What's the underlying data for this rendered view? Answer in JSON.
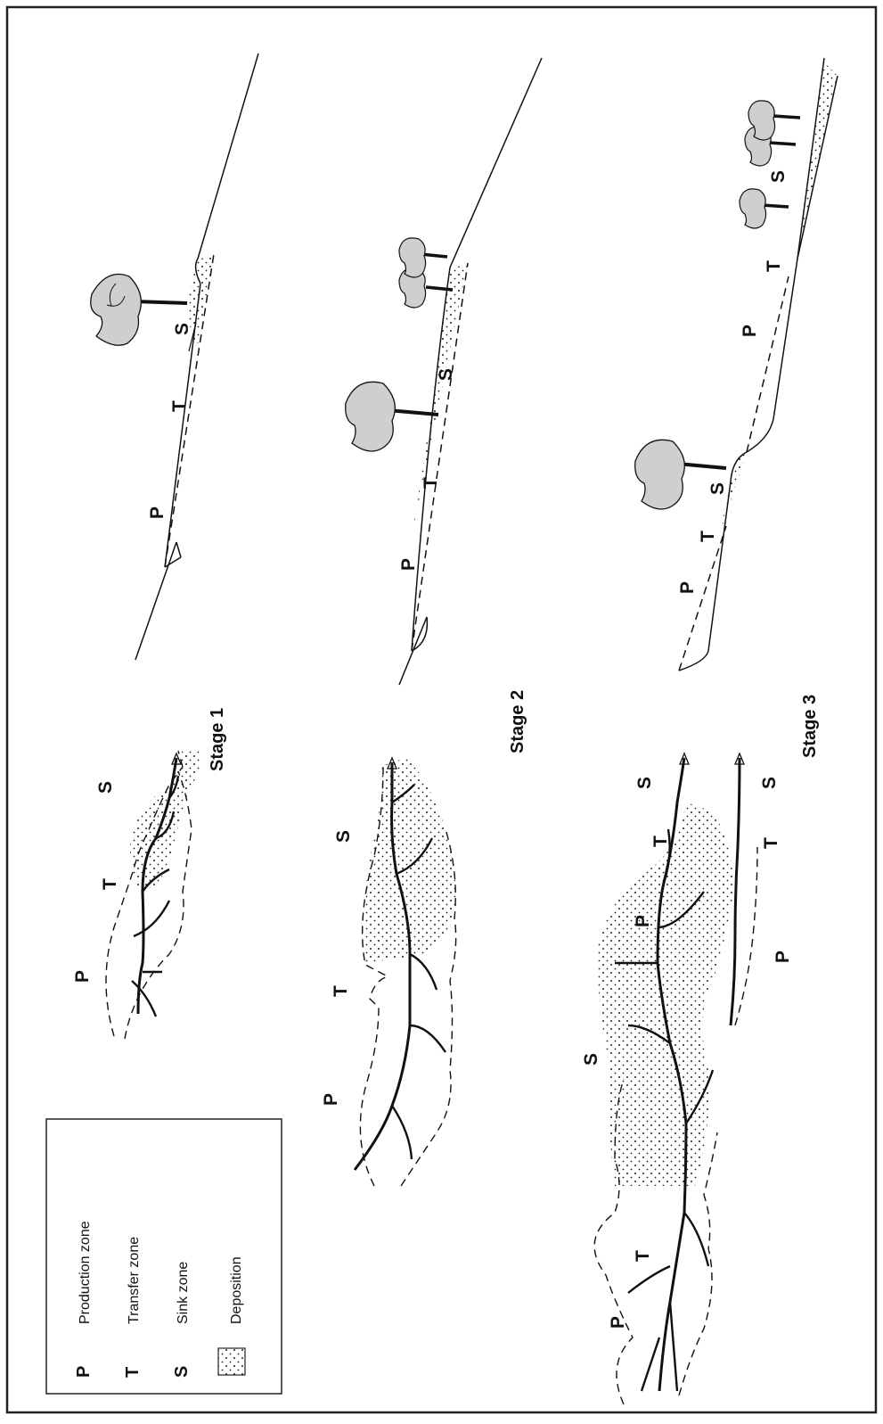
{
  "legend": {
    "items": [
      {
        "symbol": "P",
        "label": "Production zone"
      },
      {
        "symbol": "T",
        "label": "Transfer zone"
      },
      {
        "symbol": "S",
        "label": "Sink zone"
      },
      {
        "symbol": "",
        "label": "Deposition"
      }
    ]
  },
  "stages": [
    "Stage 1",
    "Stage 2",
    "Stage 3"
  ],
  "zone_letters": {
    "production": "P",
    "transfer": "T",
    "sink": "S"
  },
  "colors": {
    "ink": "#111111",
    "border": "#222222",
    "background": "#ffffff"
  }
}
